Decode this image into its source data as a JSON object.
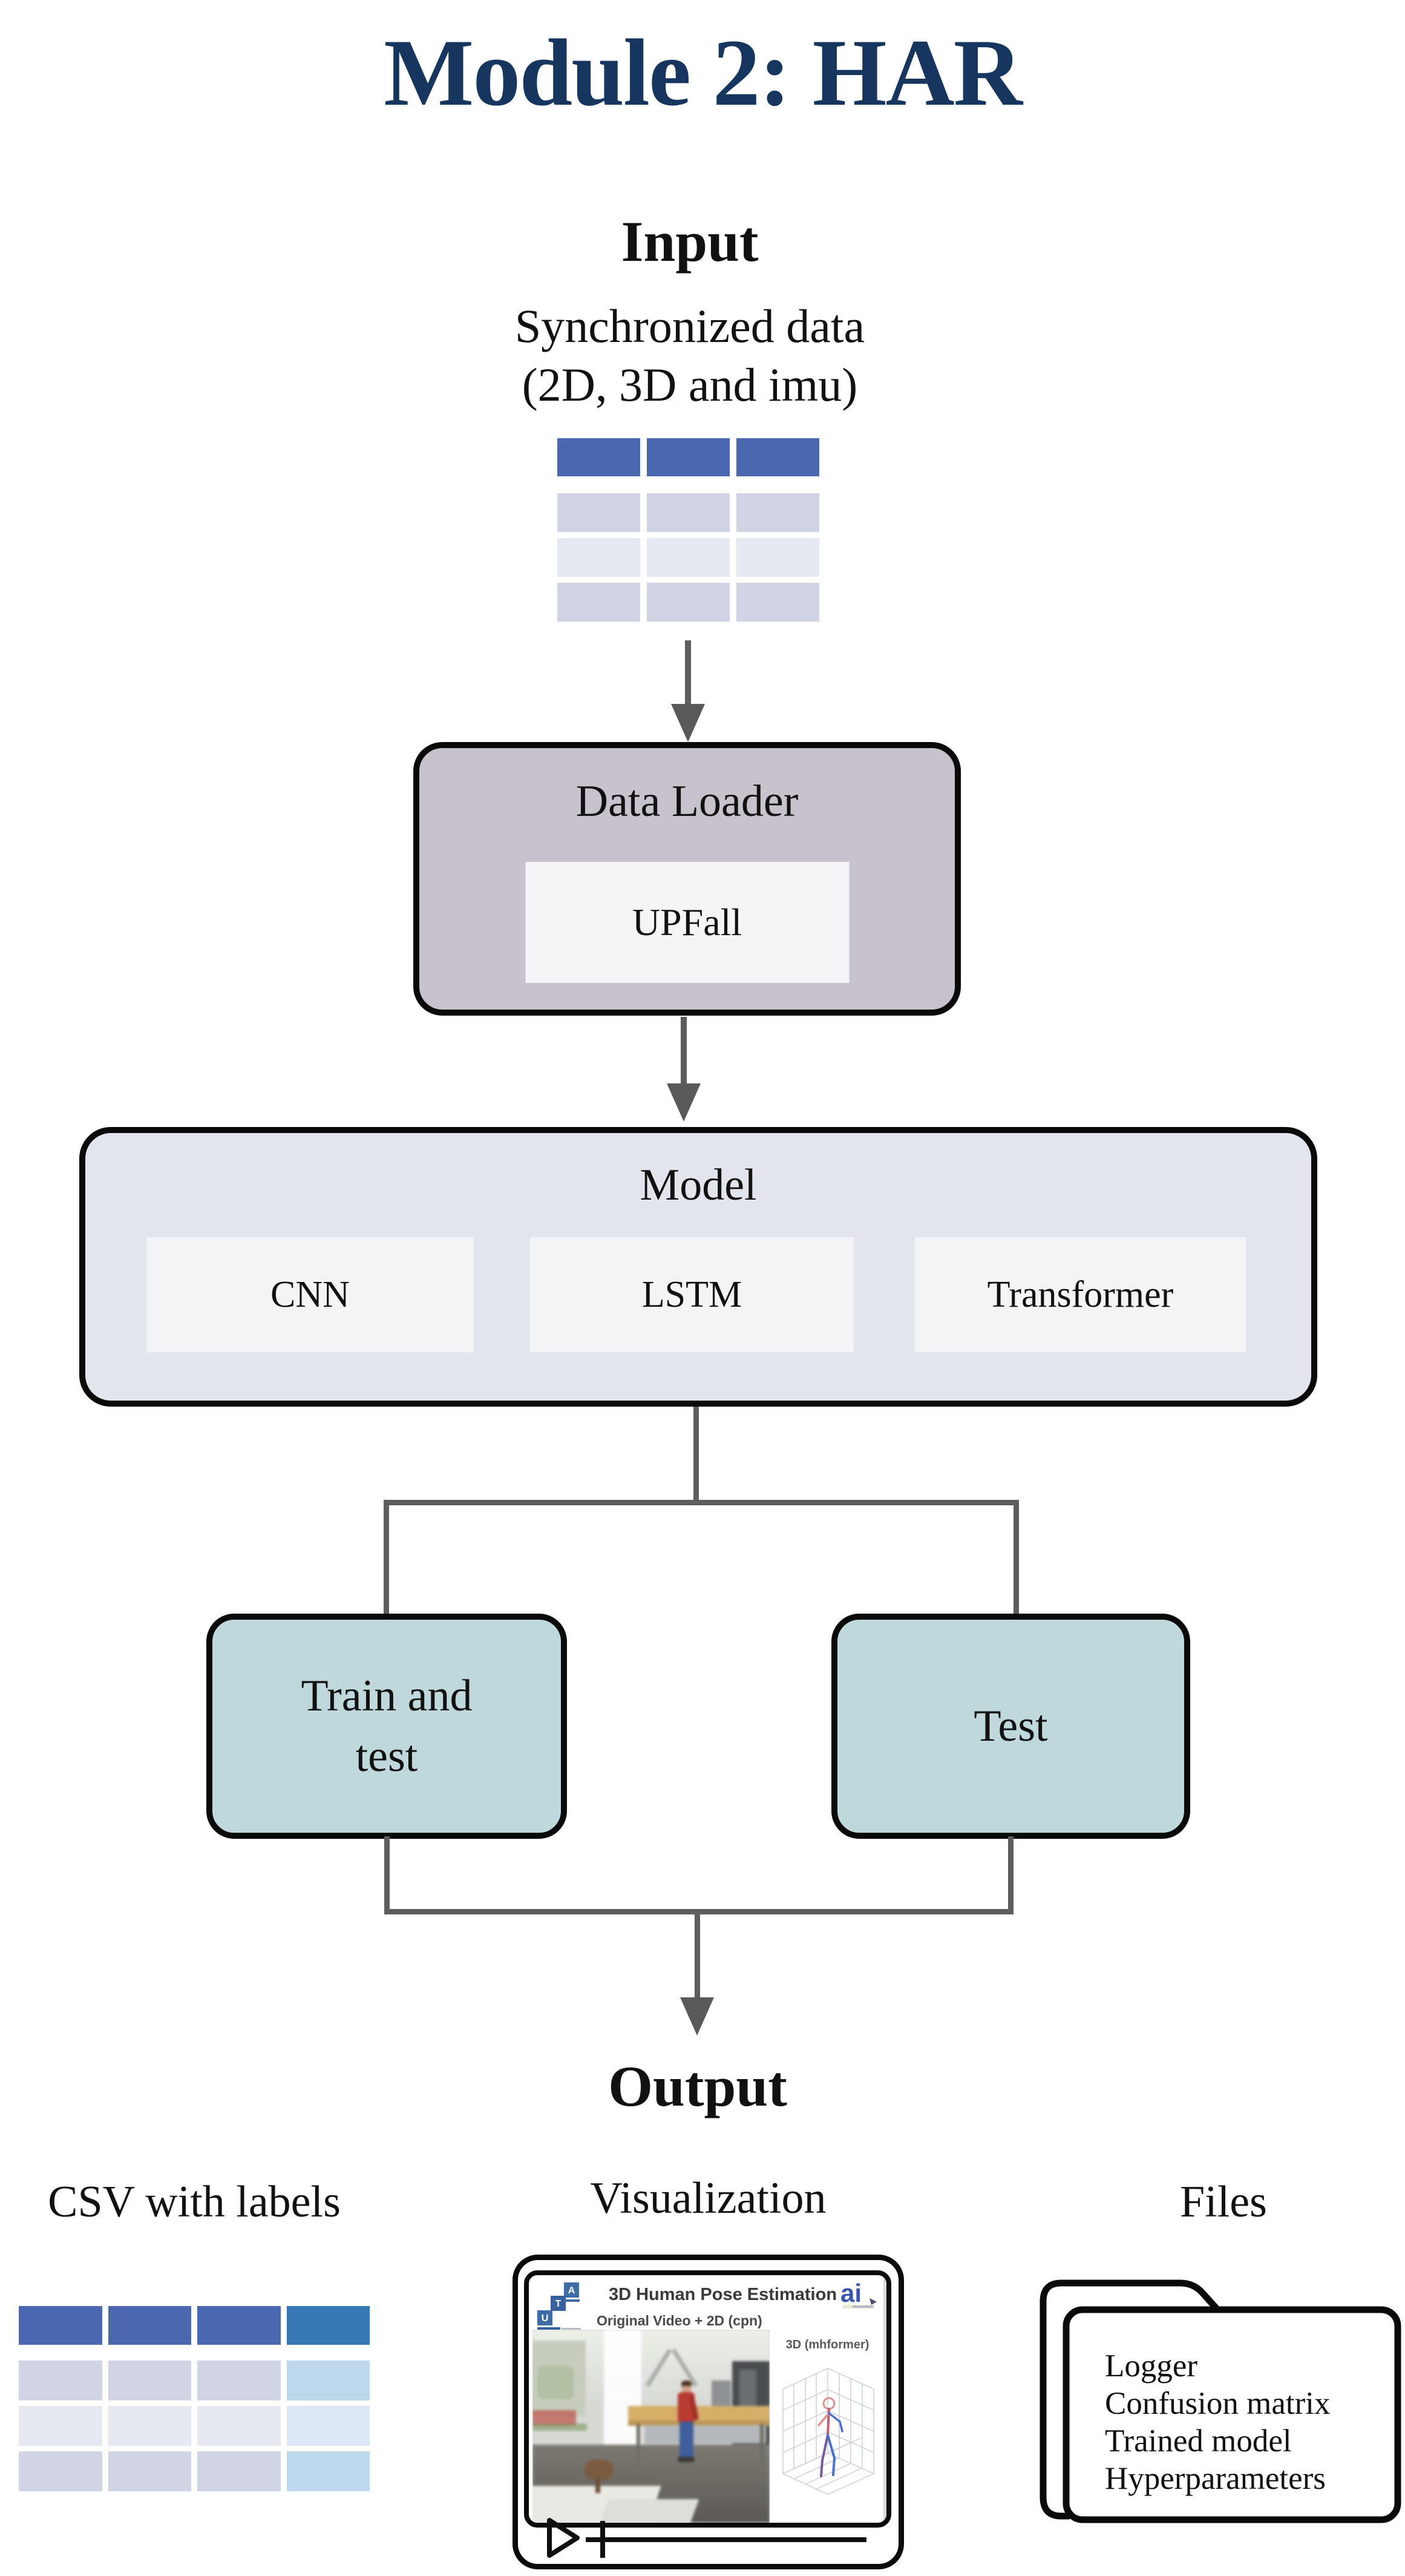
{
  "page": {
    "title": "Module 2: HAR"
  },
  "flow": {
    "input": {
      "label": "Input",
      "caption_line1": "Synchronized data",
      "caption_line2": "(2D, 3D and imu)"
    },
    "data_loader": {
      "title": "Data Loader",
      "item": "UPFall"
    },
    "model": {
      "title": "Model",
      "items": [
        "CNN",
        "LSTM",
        "Transformer"
      ]
    },
    "branches": {
      "train": {
        "line1": "Train and",
        "line2": "test"
      },
      "test": {
        "label": "Test"
      }
    },
    "output_label": "Output"
  },
  "outputs": {
    "csv": {
      "title": "CSV with labels"
    },
    "visualization": {
      "title": "Visualization",
      "video": {
        "heading": "3D Human Pose Estimation",
        "subheading": "Original Video + 2D (cpn)",
        "right_caption": "3D (mhformer)",
        "logo_letters": [
          "U",
          "T",
          "A"
        ],
        "ai_logo_text": "ai"
      }
    },
    "files": {
      "title": "Files",
      "items": [
        "Logger",
        "Confusion matrix",
        "Trained model",
        "Hyperparameters"
      ]
    }
  },
  "tables": {
    "input_table": {
      "rows": [
        [
          "#4A67B0",
          "#4A67B0",
          "#4A67B0"
        ],
        [
          "#D0D4E5",
          "#D0D4E5",
          "#D0D4E5"
        ],
        [
          "#E7E9F2",
          "#E7E9F2",
          "#E7E9F2"
        ],
        [
          "#D0D4E5",
          "#D0D4E5",
          "#D0D4E5"
        ]
      ]
    },
    "csv_table": {
      "rows": [
        [
          "#4A67B0",
          "#4A67B0",
          "#4A67B0",
          "#3578B4"
        ],
        [
          "#D0D4E5",
          "#D0D4E5",
          "#D0D4E5",
          "#BDD7EC"
        ],
        [
          "#E7E9F2",
          "#E7E9F2",
          "#E7E9F2",
          "#DCE8F5"
        ],
        [
          "#D0D4E5",
          "#D0D4E5",
          "#D0D4E5",
          "#BDD7EC"
        ]
      ]
    }
  },
  "colors": {
    "title_navy": "#16365F",
    "connector_gray": "#5d5d5d",
    "data_loader_fill": "#C7C2CB",
    "model_fill": "#E2E5EC",
    "inner_box_fill": "#F4F4F6",
    "branch_fill": "#BFD8DB",
    "table_header_blue": "#4A67B0",
    "csv_label_column_blue": "#3578B4"
  }
}
